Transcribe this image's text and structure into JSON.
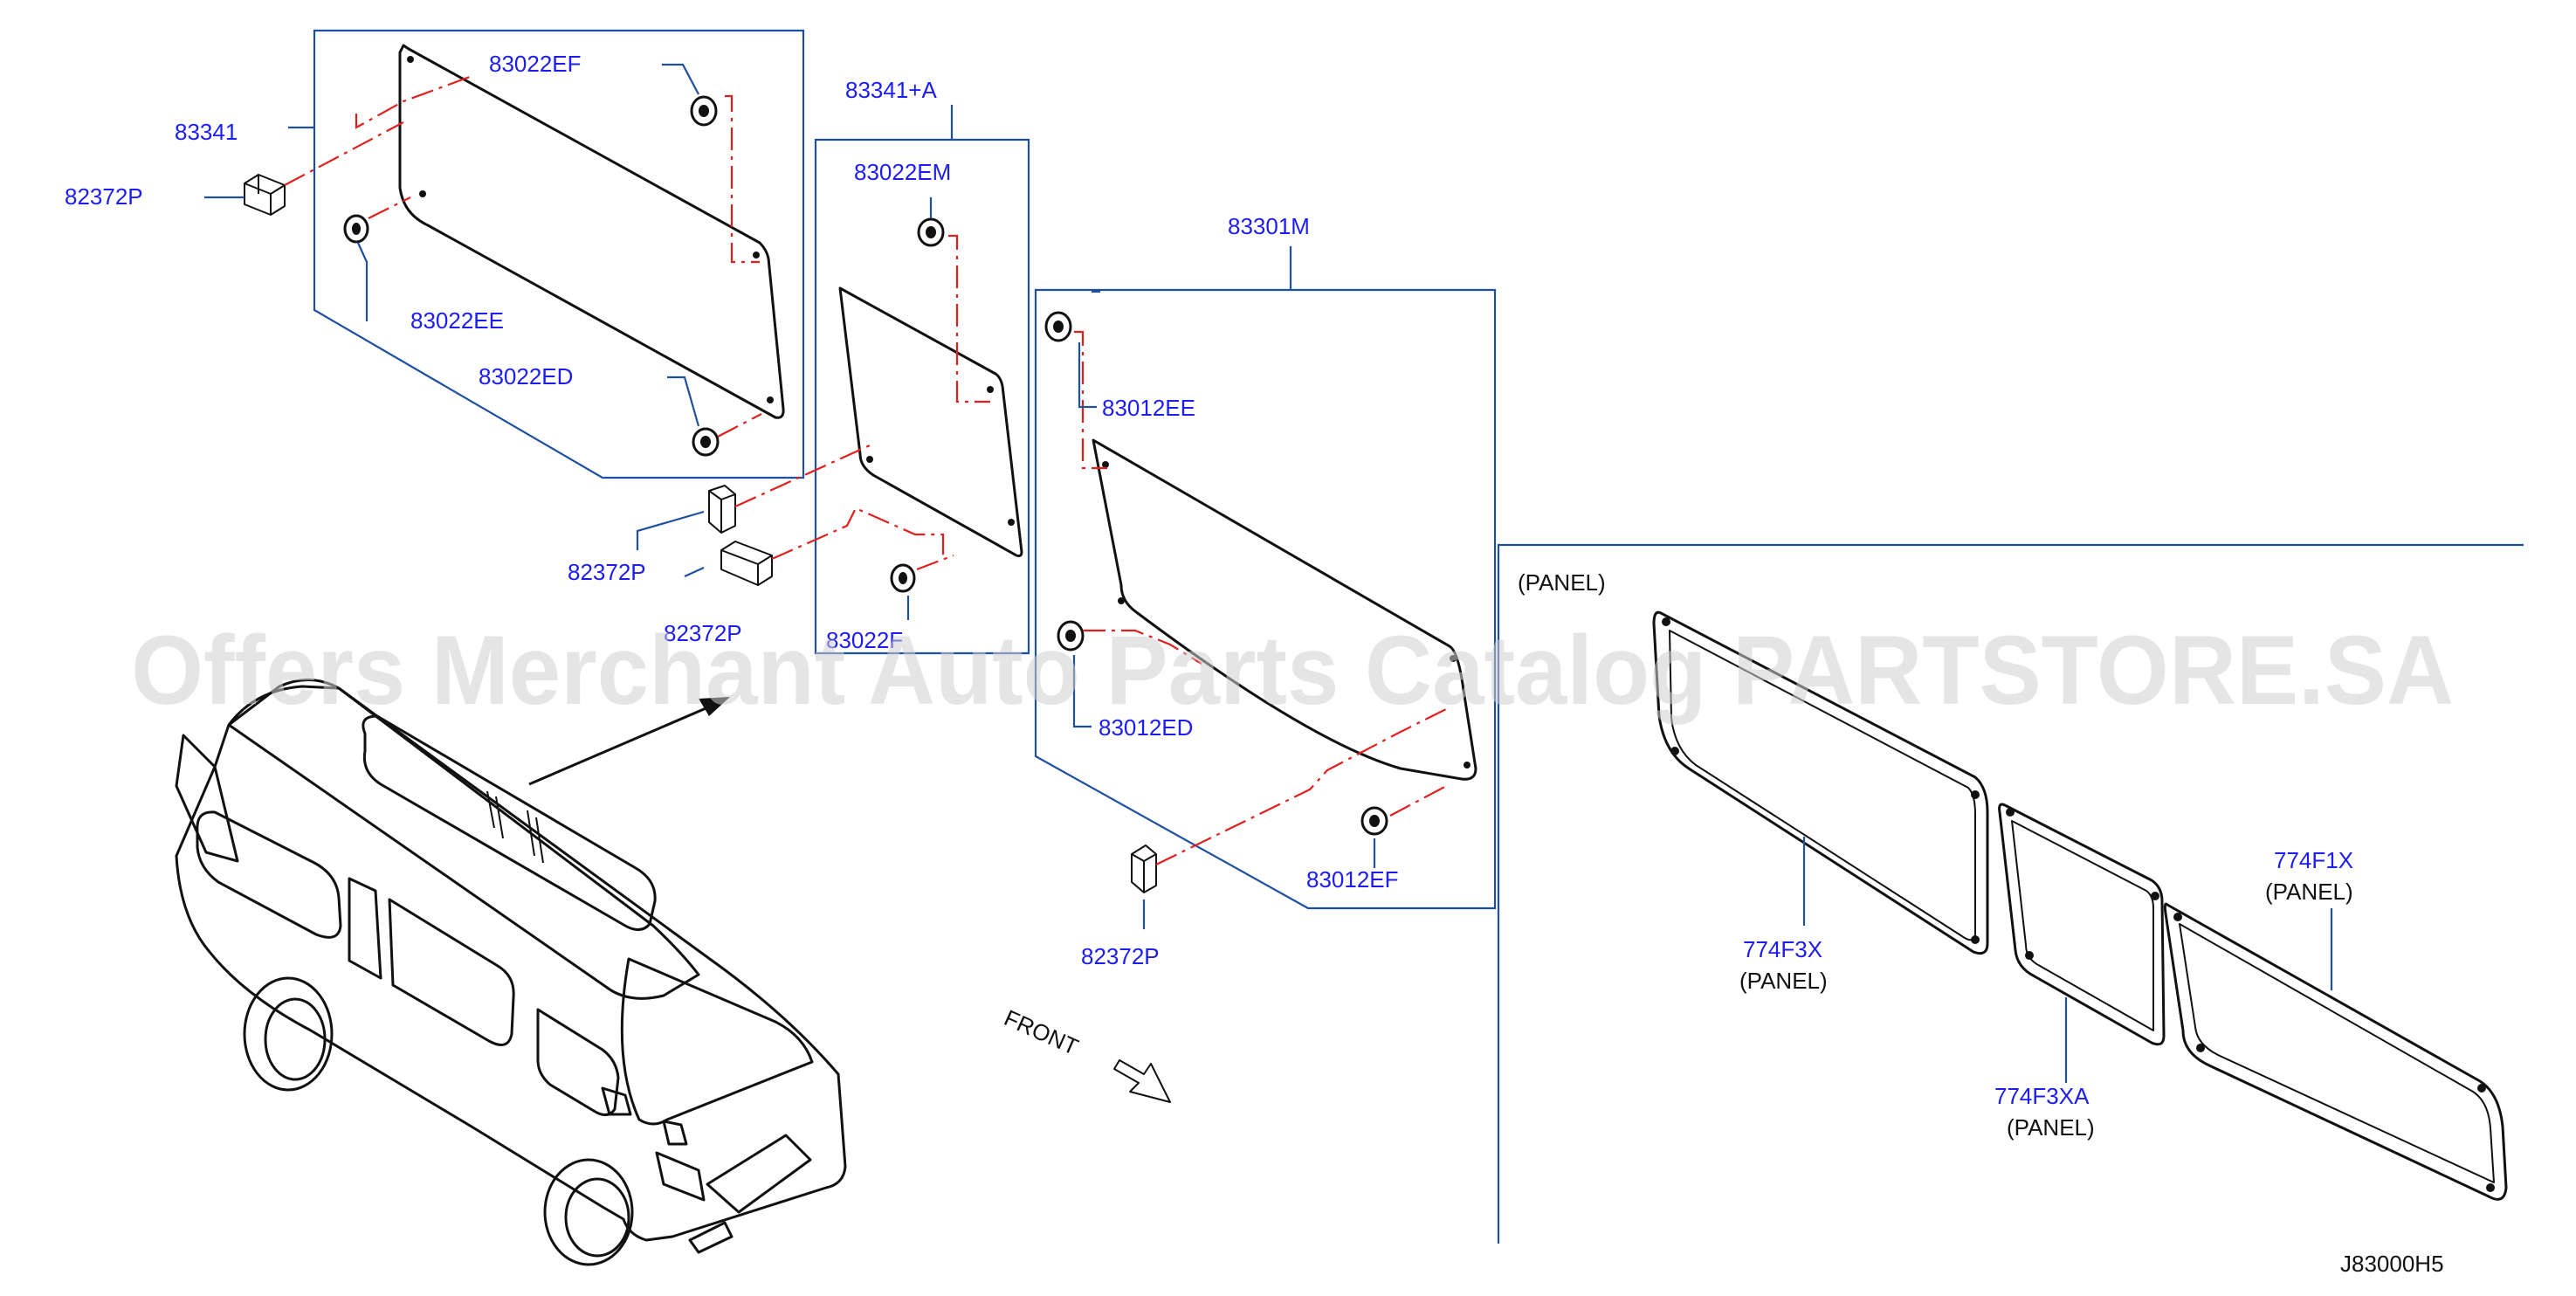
{
  "labels": {
    "p83341": "83341",
    "p82372P_a": "82372P",
    "p83022EF": "83022EF",
    "p83022EE": "83022EE",
    "p83022ED": "83022ED",
    "p83341A": "83341+A",
    "p83022EM": "83022EM",
    "p82372P_b": "82372P",
    "p82372P_c": "82372P",
    "p83022F": "83022F",
    "p83301M": "83301M",
    "p83012EE": "83012EE",
    "p83012ED": "83012ED",
    "p83012EF": "83012EF",
    "p82372P_d": "82372P",
    "front": "FRONT",
    "panel_header": "(PANEL)",
    "p774F3X": "774F3X",
    "p774F3X_sub": "(PANEL)",
    "p774F3XA": "774F3XA",
    "p774F3XA_sub": "(PANEL)",
    "p774F1X": "774F1X",
    "p774F1X_sub": "(PANEL)",
    "diagram_code": "J83000H5"
  },
  "watermark": "Offers Merchant Auto Parts Catalog PARTSTORE.SA",
  "colors": {
    "label_blue": "#1d1df0",
    "leader_blue": "#1f4fa0",
    "centerline_red": "#e0201e",
    "outline_black": "#111111"
  }
}
